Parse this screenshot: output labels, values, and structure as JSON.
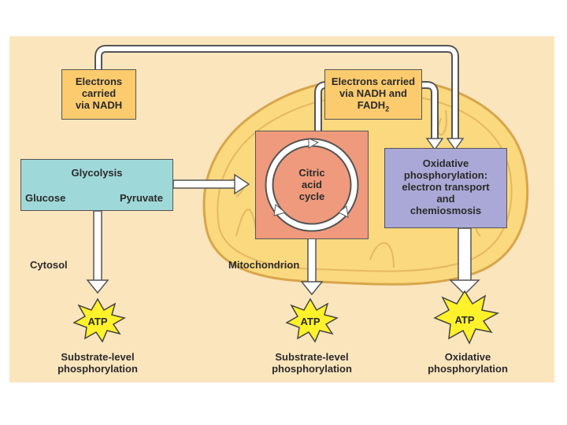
{
  "colors": {
    "background": "#fbe5bd",
    "mitochondrion_fill": "#fbd97e",
    "electrons_box": "#fbcb6e",
    "glycolysis_box": "#9fd8d8",
    "citric_box": "#ef9a7c",
    "oxidative_box": "#a9a8d6",
    "atp_burst": "#fff12a"
  },
  "electrons_nadh": {
    "line1": "Electrons",
    "line2": "carried",
    "line3": "via NADH"
  },
  "electrons_nadh_fadh2": {
    "line1": "Electrons carried",
    "line2": "via NADH and",
    "line3": "FADH",
    "subscript": "2"
  },
  "glycolysis": {
    "title": "Glycolysis",
    "glucose": "Glucose",
    "pyruvate": "Pyruvate"
  },
  "citric": {
    "line1": "Citric",
    "line2": "acid",
    "line3": "cycle"
  },
  "oxidative": {
    "line1": "Oxidative",
    "line2": "phosphorylation:",
    "line3": "electron transport",
    "line4": "and",
    "line5": "chemiosmosis"
  },
  "regions": {
    "cytosol": "Cytosol",
    "mitochondrion": "Mitochondrion"
  },
  "atp": {
    "left": "ATP",
    "middle": "ATP",
    "right": "ATP"
  },
  "outputs": {
    "left_line1": "Substrate-level",
    "left_line2": "phosphorylation",
    "middle_line1": "Substrate-level",
    "middle_line2": "phosphorylation",
    "right_line1": "Oxidative",
    "right_line2": "phosphorylation"
  }
}
